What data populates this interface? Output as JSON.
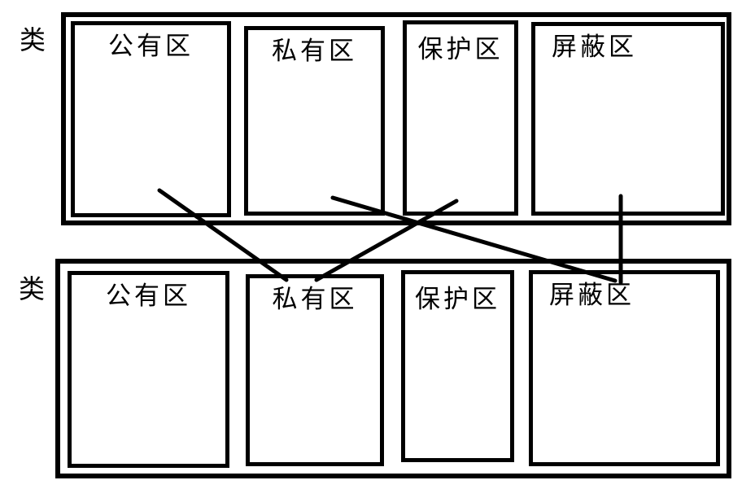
{
  "top_class": {
    "label": "类",
    "areas": [
      {
        "label": "公有区"
      },
      {
        "label": "私有区"
      },
      {
        "label": "保护区"
      },
      {
        "label": "屏蔽区"
      }
    ]
  },
  "bottom_class": {
    "label": "类",
    "areas": [
      {
        "label": "公有区"
      },
      {
        "label": "私有区"
      },
      {
        "label": "保护区"
      },
      {
        "label": "屏蔽区"
      }
    ]
  },
  "connections": [
    {
      "from": "top.公有区",
      "to": "bottom.私有区"
    },
    {
      "from": "top.私有区",
      "to": "bottom.屏蔽区"
    },
    {
      "from": "top.保护区",
      "to": "bottom.私有区"
    },
    {
      "from": "top.屏蔽区",
      "to": "bottom.屏蔽区"
    }
  ],
  "colors": {
    "stroke": "#000000",
    "background": "#ffffff"
  }
}
